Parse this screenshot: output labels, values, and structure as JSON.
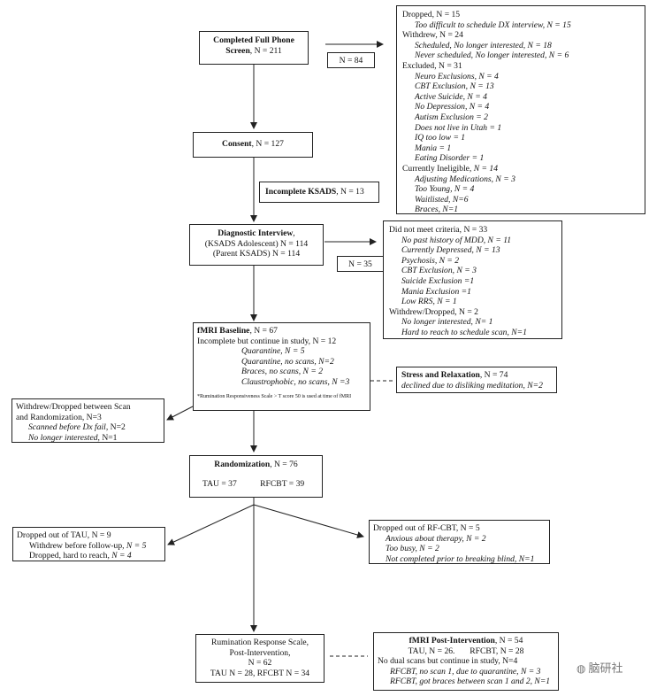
{
  "screening": {
    "title": "Completed Full Phone Screen",
    "n": ", N = 211"
  },
  "excluded_count": "N = 84",
  "excl": {
    "dropped": "Dropped, N = 15",
    "dropped_items": [
      "Too difficult to schedule DX interview, N = 15"
    ],
    "withdrew": "Withdrew, N = 24",
    "withdrew_items": [
      "Scheduled, No longer interested, N = 18",
      "Never scheduled, No longer interested, N = 6"
    ],
    "excluded": "Excluded, N = 31",
    "excluded_items": [
      "Neuro Exclusions, N = 4",
      "CBT Exclusion, N = 13",
      "Active Suicide, N = 4",
      "No Depression, N = 4",
      "Autism Exclusion = 2",
      "Does not live in Utah = 1",
      "IQ too low = 1",
      "Mania = 1",
      "Eating Disorder = 1"
    ],
    "ineligible_a": "Currently Ineligible, ",
    "ineligible_b": "N = 14",
    "ineligible_items": [
      "Adjusting Medications, N = 3",
      "Too Young, N = 4",
      "Waitlisted, N=6",
      "Braces, N=1"
    ]
  },
  "consent": {
    "title": "Consent",
    "n": ", N = 127"
  },
  "ksads_incomplete": {
    "title": "Incomplete KSADS",
    "n": ", N = 13"
  },
  "diag": {
    "title": "Diagnostic Interview",
    "l1": "(KSADS Adolescent) N = 114",
    "l2": "(Parent KSADS) N = 114"
  },
  "not_met_count": "N = 35",
  "notmet": {
    "head": "Did not meet criteria, N = 33",
    "items": [
      "No past history of MDD, N = 11",
      "Currently Depressed, N = 13",
      "Psychosis, N = 2",
      "CBT Exclusion, N = 3",
      "Suicide Exclusion =1",
      "Mania Exclusion =1",
      "Low RRS, N = 1"
    ],
    "withdrew": "Withdrew/Dropped, N = 2",
    "withdrew_items": [
      "No longer interested, N= 1",
      "Hard to reach to schedule scan, N=1"
    ]
  },
  "baseline": {
    "title": "fMRI Baseline",
    "n": ", N = 67",
    "incomplete": "Incomplete but continue in study, N = 12",
    "items": [
      "Quarantine,  N = 5",
      "Quarantine, no scans, N=2",
      "Braces, no scans, N = 2",
      "Claustrophobic, no scans, N =3"
    ],
    "note": "*Rumination Responsiveness Scale > T score 50 is used at time of fMRI"
  },
  "stress": {
    "title": "Stress and Relaxation",
    "n": ", N = 74",
    "l1": "declined due to disliking meditation, N=2"
  },
  "withdrew_scan": {
    "l1": "Withdrew/Dropped between Scan",
    "l2": "and Randomization, N=3",
    "i1": "Scanned before Dx fail, ",
    "i1n": "N=2",
    "i2": "No longer interested, ",
    "i2n": "N=1"
  },
  "random": {
    "title": "Randomization",
    "n": ", N = 76",
    "tau": "TAU = 37",
    "rfcbt": "RFCBT = 39"
  },
  "drop_tau": {
    "head": "Dropped out of TAU, N = 9",
    "i1": "Withdrew before follow-up, ",
    "i1n": "N = 5",
    "i2": "Dropped, hard to reach, ",
    "i2n": "N = 4"
  },
  "drop_rf": {
    "head": "Dropped out of RF-CBT, N = 5",
    "items": [
      "Anxious about therapy, N = 2",
      "Too busy, N = 2",
      "Not completed prior to breaking blind, N=1"
    ]
  },
  "rrs": {
    "l1": "Rumination Response Scale,",
    "l2": "Post-Intervention,",
    "l3": "N = 62",
    "l4": "TAU N = 28, RFCBT N = 34"
  },
  "post": {
    "title": "fMRI Post-Intervention",
    "n": ", N = 54",
    "l1": "TAU, N = 26.       RFCBT, N = 28",
    "l2": "No dual scans but continue in study, N=4",
    "items": [
      "RFCBT, no scan 1, due to quarantine, N = 3",
      "RFCBT, got braces between scan 1 and 2, N=1"
    ]
  },
  "watermark": "脑研社"
}
